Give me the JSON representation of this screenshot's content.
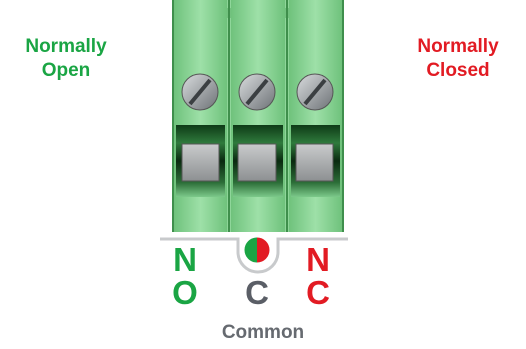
{
  "labels": {
    "normally_open": [
      "Normally",
      "Open"
    ],
    "normally_closed": [
      "Normally",
      "Closed"
    ],
    "common": "Common"
  },
  "pins": {
    "no": {
      "top": "N",
      "bottom": "O"
    },
    "c": {
      "bottom": "C"
    },
    "nc": {
      "top": "N",
      "bottom": "C"
    }
  },
  "colors": {
    "open": "#1aa544",
    "closed": "#e21b23",
    "common": "#5a5e66",
    "terminal_green": "#8ed79a"
  }
}
